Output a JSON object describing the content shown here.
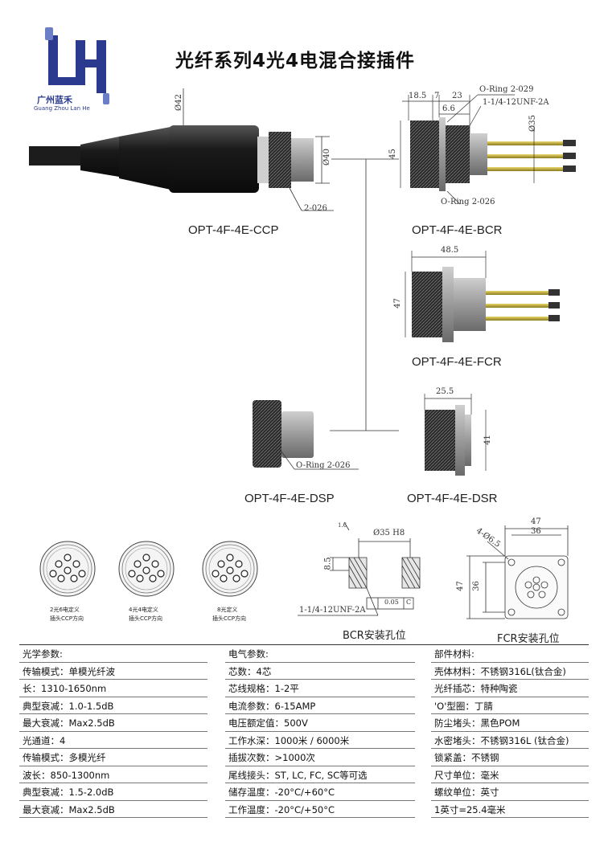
{
  "title": "光纤系列4光4电混合接插件",
  "logo": {
    "letters": "LH",
    "cn": "广州蓝禾",
    "en": "Guang Zhou Lan He"
  },
  "products": {
    "ccp": "OPT-4F-4E-CCP",
    "bcr": "OPT-4F-4E-BCR",
    "fcr": "OPT-4F-4E-FCR",
    "dsp": "OPT-4F-4E-DSP",
    "dsr": "OPT-4F-4E-DSR"
  },
  "dims": {
    "ccp_d42": "Ø42",
    "ccp_d40": "Ø40",
    "ccp_oring": "2-026",
    "bcr_18_5": "18.5",
    "bcr_7": "7",
    "bcr_23": "23",
    "bcr_6_6": "6.6",
    "bcr_oring_029": "O-Ring 2-029",
    "bcr_thread": "1-1/4-12UNF-2A",
    "bcr_d35": "Ø35",
    "bcr_45": "45",
    "bcr_oring_026": "O-Ring 2-026",
    "fcr_48_5": "48.5",
    "fcr_47": "47",
    "dsp_oring": "O-Ring 2-026",
    "dsr_25_5": "25.5",
    "dsr_41": "41"
  },
  "pinouts": [
    {
      "line1": "2光6电定义",
      "line2": "插头CCP方向"
    },
    {
      "line1": "4光4电定义",
      "line2": "插头CCP方向"
    },
    {
      "line1": "8光定义",
      "line2": "插头CCP方向"
    }
  ],
  "holes": {
    "bcr_label": "BCR安装孔位",
    "fcr_label": "FCR安装孔位",
    "bcr_d35h8": "Ø35 H8",
    "bcr_8_5": "8.5",
    "bcr_thread": "1-1/4-12UNF-2A",
    "bcr_tol": "0.05",
    "bcr_tol_ref": "C",
    "bcr_rough": "1.6",
    "fcr_47_top": "47",
    "fcr_36_top": "36",
    "fcr_holes": "4-Ø6.5",
    "fcr_47_side": "47",
    "fcr_36_side": "36"
  },
  "specs": {
    "col1": [
      "光学参数:",
      "传输模式：单模光纤波",
      "长：1310-1650nm",
      "典型衰减：1.0-1.5dB",
      "最大衰减：Max2.5dB",
      "光通道：4",
      "传输模式：多模光纤",
      "波长：850-1300nm",
      "典型衰减：1.5-2.0dB",
      "最大衰减：Max2.5dB"
    ],
    "col2": [
      "电气参数:",
      "芯数：4芯",
      "芯线规格：1-2平",
      "电流参数：6-15AMP",
      "电压额定值：500V",
      "工作水深：1000米 / 6000米",
      "插拔次数：>1000次",
      "尾线接头：ST, LC, FC, SC等可选",
      "储存温度：-20°C/+60°C",
      "工作温度：-20°C/+50°C"
    ],
    "col3": [
      "部件材料:",
      "壳体材料：不锈钢316L(钛合金)",
      "光纤插芯：特种陶瓷",
      "'O'型圈：丁腈",
      "防尘堵头：黑色POM",
      "水密堵头：不锈钢316L (钛合金)",
      "锁紧盖：不锈钢",
      "尺寸单位：毫米",
      "螺纹单位：英寸",
      "1英寸=25.4毫米"
    ]
  }
}
